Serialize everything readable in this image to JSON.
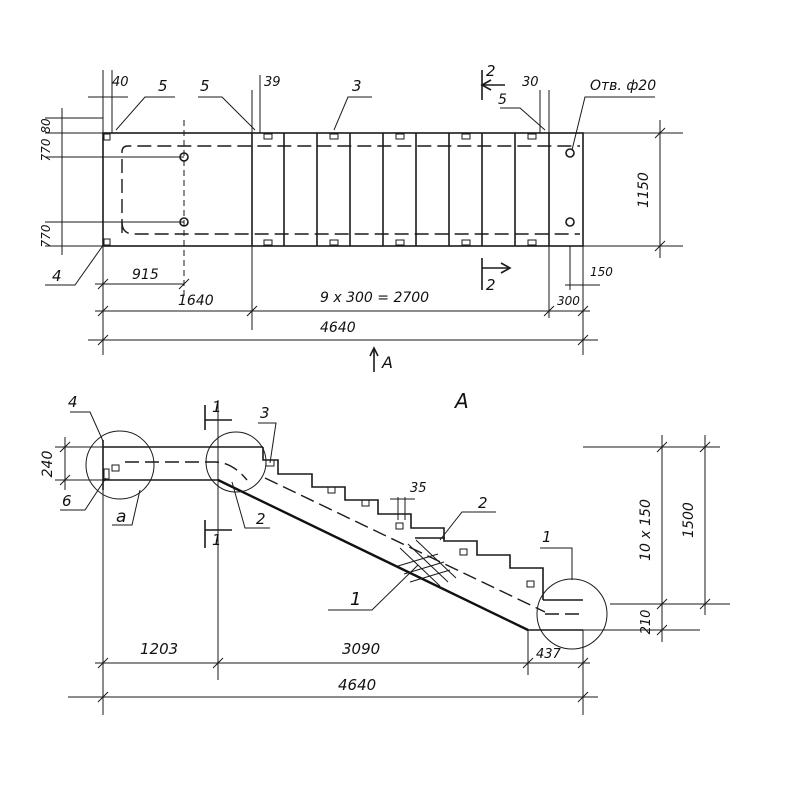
{
  "plan": {
    "dims": {
      "d40": "40",
      "d39": "39",
      "d30": "30",
      "d80": "80",
      "d770a": "770",
      "d770b": "770",
      "d1150": "1150",
      "d915": "915",
      "d1640": "1640",
      "d9x300": "9 x 300 = 2700",
      "d150": "150",
      "d300": "300",
      "d4640": "4640"
    },
    "callouts": {
      "c5a": "5",
      "c5b": "5",
      "c3": "3",
      "c2top": "2",
      "c5c": "5",
      "c4": "4",
      "c2bottom": "2",
      "hole": "Отв. ф20"
    },
    "view_marker": "A"
  },
  "elevation": {
    "title": "A",
    "dims": {
      "d240": "240",
      "d35": "35",
      "d10x150": "10 x 150",
      "d1500": "1500",
      "d210": "210",
      "d1203": "1203",
      "d3090": "3090",
      "d437": "437",
      "d4640": "4640"
    },
    "callouts": {
      "c4": "4",
      "c6": "6",
      "ca": "a",
      "c1sec_top": "1",
      "c1sec_bottom": "1",
      "c3": "3",
      "c2a": "2",
      "c2b": "2",
      "c1a": "1",
      "c1b": "1"
    }
  }
}
